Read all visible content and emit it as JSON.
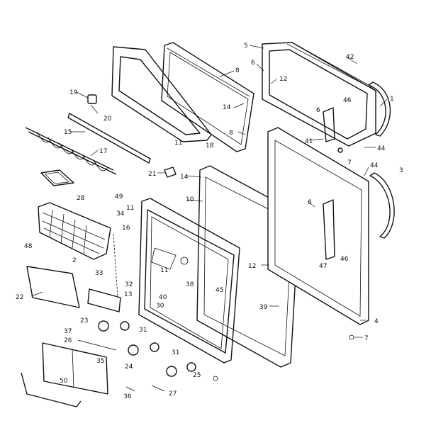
{
  "callouts": [
    {
      "id": "c1",
      "text": "1"
    },
    {
      "id": "c3",
      "text": "3"
    },
    {
      "id": "c4",
      "text": "4"
    },
    {
      "id": "c5",
      "text": "5"
    },
    {
      "id": "c6a",
      "text": "6"
    },
    {
      "id": "c6b",
      "text": "6"
    },
    {
      "id": "c6c",
      "text": "6"
    },
    {
      "id": "c7a",
      "text": "7"
    },
    {
      "id": "c7b",
      "text": "7"
    },
    {
      "id": "c8a",
      "text": "8"
    },
    {
      "id": "c8b",
      "text": "8"
    },
    {
      "id": "c10",
      "text": "10"
    },
    {
      "id": "c11a",
      "text": "11"
    },
    {
      "id": "c11b",
      "text": "11"
    },
    {
      "id": "c11c",
      "text": "11"
    },
    {
      "id": "c12a",
      "text": "12"
    },
    {
      "id": "c12b",
      "text": "12"
    },
    {
      "id": "c13",
      "text": "13"
    },
    {
      "id": "c14a",
      "text": "14"
    },
    {
      "id": "c14b",
      "text": "14"
    },
    {
      "id": "c15",
      "text": "15"
    },
    {
      "id": "c16",
      "text": "16"
    },
    {
      "id": "c17",
      "text": "17"
    },
    {
      "id": "c18",
      "text": "18"
    },
    {
      "id": "c19",
      "text": "19"
    },
    {
      "id": "c20",
      "text": "20"
    },
    {
      "id": "c21",
      "text": "21"
    },
    {
      "id": "c22",
      "text": "22"
    },
    {
      "id": "c23",
      "text": "23"
    },
    {
      "id": "c24",
      "text": "24"
    },
    {
      "id": "c25",
      "text": "25"
    },
    {
      "id": "c26",
      "text": "26"
    },
    {
      "id": "c27",
      "text": "27"
    },
    {
      "id": "c28",
      "text": "28"
    },
    {
      "id": "c30",
      "text": "30"
    },
    {
      "id": "c31a",
      "text": "31"
    },
    {
      "id": "c31b",
      "text": "31"
    },
    {
      "id": "c32",
      "text": "32"
    },
    {
      "id": "c33",
      "text": "33"
    },
    {
      "id": "c34",
      "text": "34"
    },
    {
      "id": "c35",
      "text": "35"
    },
    {
      "id": "c36",
      "text": "36"
    },
    {
      "id": "c37",
      "text": "37"
    },
    {
      "id": "c38",
      "text": "38"
    },
    {
      "id": "c39",
      "text": "39"
    },
    {
      "id": "c40",
      "text": "40"
    },
    {
      "id": "c41",
      "text": "41"
    },
    {
      "id": "c42",
      "text": "42"
    },
    {
      "id": "c44a",
      "text": "44"
    },
    {
      "id": "c44b",
      "text": "44"
    },
    {
      "id": "c45",
      "text": "45"
    },
    {
      "id": "c46a",
      "text": "46"
    },
    {
      "id": "c46b",
      "text": "46"
    },
    {
      "id": "c47",
      "text": "47"
    },
    {
      "id": "c48",
      "text": "48"
    },
    {
      "id": "c49",
      "text": "49"
    },
    {
      "id": "c50",
      "text": "50"
    },
    {
      "id": "c2",
      "text": "2"
    }
  ]
}
